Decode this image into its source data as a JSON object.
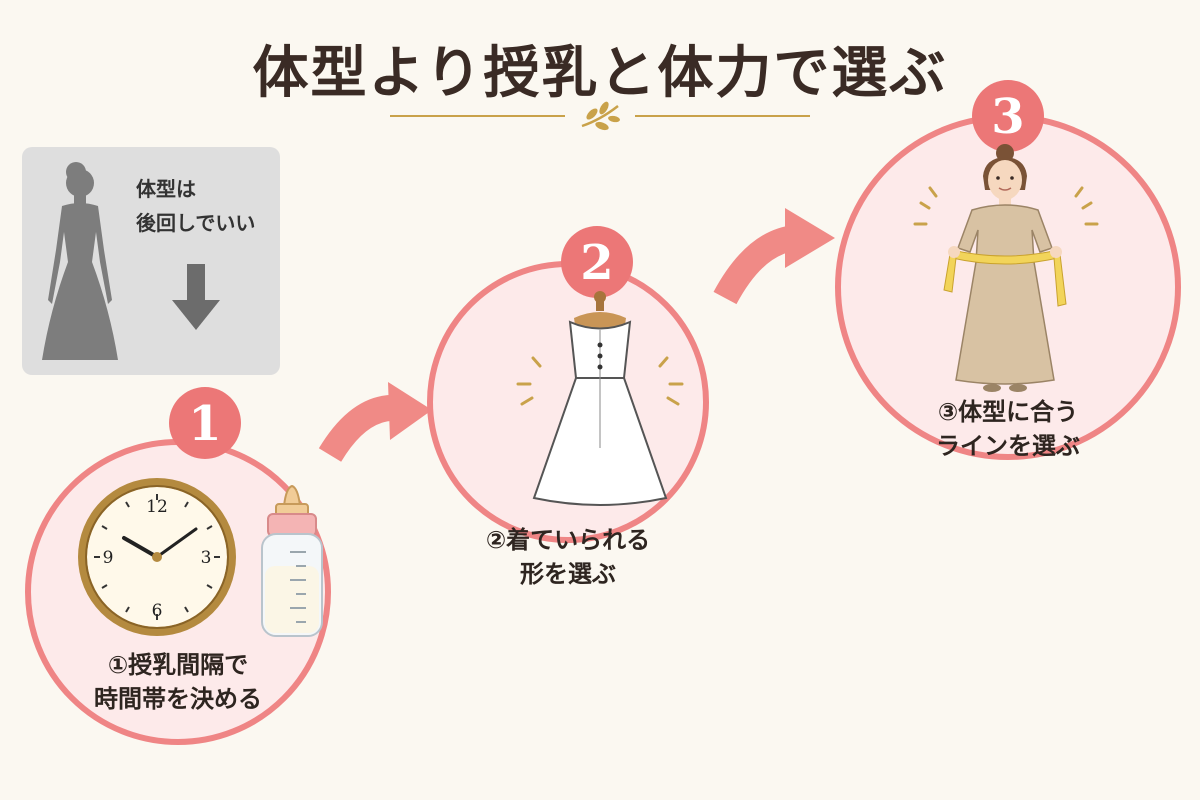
{
  "title": "体型より授乳と体力で選ぶ",
  "aside": {
    "line1": "体型は",
    "line2": "後回しでいい"
  },
  "steps": [
    {
      "number": "1",
      "line1": "①授乳間隔で",
      "line2": "時間帯を決める"
    },
    {
      "number": "2",
      "line1": "②着ていられる",
      "line2": "形を選ぶ"
    },
    {
      "number": "3",
      "line1": "③体型に合う",
      "line2": "ラインを選ぶ"
    }
  ],
  "clock_numbers": {
    "n12": "12",
    "n3": "3",
    "n6": "6",
    "n9": "9"
  },
  "colors": {
    "circle_fill": "#fdeaea",
    "circle_stroke": "#ef8585",
    "badge": "#ec7777",
    "arrow": "#f08a86",
    "gold": "#c9a24a",
    "silhouette": "#7d7d7d",
    "aside_bg": "#dedede"
  },
  "icons": [
    "laurel-sprig-icon",
    "person-silhouette-icon",
    "down-arrow-icon",
    "wall-clock-icon",
    "baby-bottle-icon",
    "dress-on-mannequin-icon",
    "woman-measuring-waist-icon",
    "curved-arrow-icon"
  ]
}
